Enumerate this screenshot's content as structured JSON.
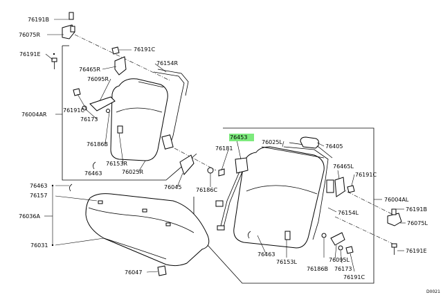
{
  "highlight_color": "#7dea7d",
  "labels": {
    "l76191B_top": "76191B",
    "l76075R": "76075R",
    "l76191E_left": "76191E",
    "l76191C_top": "76191C",
    "l76154R": "76154R",
    "l76465R": "76465R",
    "l76095R": "76095R",
    "l76191C_left": "76191C",
    "l76004AR": "76004AR",
    "l76173_left": "76173",
    "l76186B_left": "76186B",
    "l76153R": "76153R",
    "l76463_left": "76463",
    "l76025R": "76025R",
    "l76045": "76045",
    "l76186C": "76186C",
    "l76181": "76181",
    "l76453": "76453",
    "l76025L": "76025L",
    "l76405": "76405",
    "l76465L": "76465L",
    "l76191C_right": "76191C",
    "l76004AL": "76004AL",
    "l76191B_right": "76191B",
    "l76075L": "76075L",
    "l76154L": "76154L",
    "l76463_bot": "76463",
    "l76153L": "76153L",
    "l76095L": "76095L",
    "l76186B_right": "76186B",
    "l76173_right": "76173",
    "l76191C_bot": "76191C",
    "l76191E_right": "76191E",
    "l76463_cush": "76463",
    "l76157": "76157",
    "l76036A": "76036A",
    "l76031": "76031",
    "l76047": "76047",
    "l_code": "D0021"
  }
}
